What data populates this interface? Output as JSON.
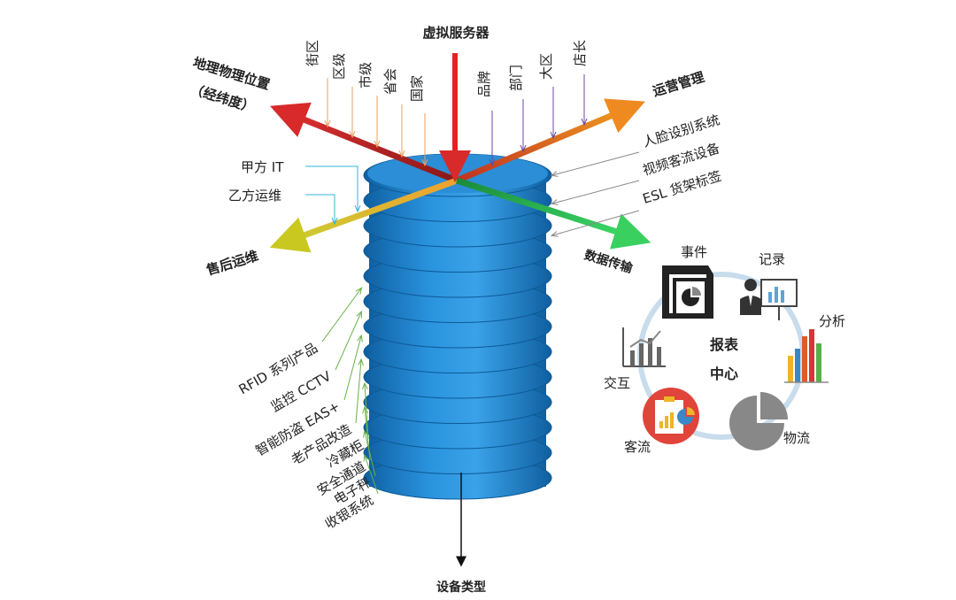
{
  "axes": {
    "top": {
      "label": "虚拟服务器",
      "color": "#e0a21a"
    },
    "upper_left": {
      "label": "地理物理位置",
      "sub": "（经纬度）",
      "color": "#d22a2a"
    },
    "upper_right": {
      "label": "运营管理",
      "color": "#2f5597"
    },
    "lower_left": {
      "label": "售后运维",
      "color": "#c8c21a"
    },
    "lower_right": {
      "label": "数据传输",
      "color": "#22a24a"
    },
    "bottom": {
      "label": "设备类型",
      "color": "#111111"
    }
  },
  "geo_levels": [
    "街区",
    "区级",
    "市级",
    "省会",
    "国家"
  ],
  "ops_levels": [
    "品牌",
    "部门",
    "大区",
    "店长"
  ],
  "systems_right": [
    "人脸设别系统",
    "视频客流设备",
    "ESL 货架标签"
  ],
  "maintenance_parties": [
    "甲方 IT",
    "乙方运维"
  ],
  "device_types": [
    "RFID 系列产品",
    "监控 CCTV",
    "智能防盗 EAS+",
    "老产品改造",
    "冷藏柜",
    "安全通道",
    "电子秤",
    "收银系统"
  ],
  "report_center": {
    "center_line1": "报表",
    "center_line2": "中心",
    "center_color": "#7030a0",
    "nodes": [
      "事件",
      "记录",
      "分析",
      "物流",
      "客流",
      "交互"
    ]
  },
  "colors": {
    "cylinder": "#1f7fc9",
    "cylinder_dark": "#0f5fa0",
    "geo_arrows": "#e8a060",
    "ops_arrows": "#6a4aa0",
    "sys_arrows": "#8a8a8a",
    "maint_arrows": "#33b5d5",
    "device_arrows": "#6ab04a",
    "ring": "#c8dcec"
  }
}
